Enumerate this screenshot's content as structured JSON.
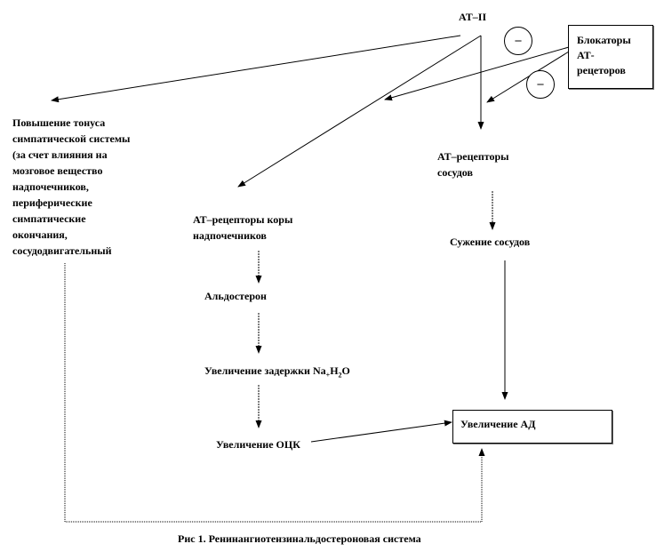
{
  "nodes": {
    "at2": "AT–II",
    "blockers": [
      "Блокаторы",
      "АТ-",
      "рецеторов"
    ],
    "sympathetic": [
      "Повышение тонуса",
      "симпатической системы",
      "(за счет влияния на",
      "мозговое вещество",
      "надпочечников,",
      "периферические",
      "симпатические",
      "окончания,",
      "сосудодвигательный"
    ],
    "at_vessels": [
      "АТ–рецепторы",
      "сосудов"
    ],
    "at_adrenal": [
      "АТ–рецепторы коры",
      "надпочечников"
    ],
    "vasoconstriction": "Сужение сосудов",
    "aldosterone": "Альдостерон",
    "na_retention": {
      "text": "Увеличение задержки Na",
      "sub1": "+",
      "mid": "H",
      "sub2": "2",
      "tail": "O"
    },
    "bcv": "Увеличение ОЦК",
    "bp": "Увеличение АД"
  },
  "inhibit_symbol": "–",
  "caption": "Рис 1. Ренинангиотензинальдостероновая система"
}
